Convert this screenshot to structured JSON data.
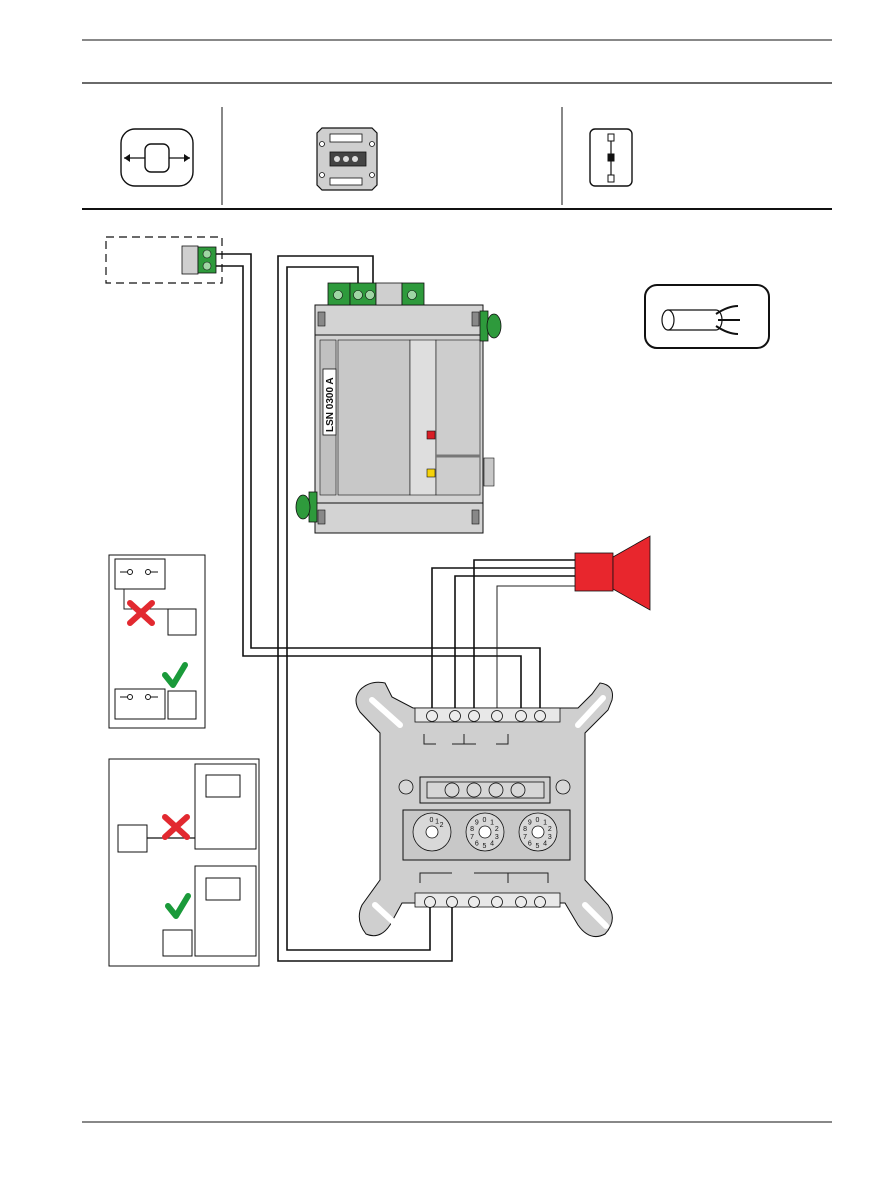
{
  "module": {
    "part_label": "LSN 0300 A"
  },
  "rotary_dial": {
    "digits": [
      "0",
      "1",
      "2",
      "3",
      "4",
      "5",
      "6",
      "7",
      "8",
      "9"
    ],
    "first_dial_digits": [
      "0",
      "1",
      "2"
    ]
  },
  "colors": {
    "frame": "#111111",
    "terminal_green": "#2e9a3c",
    "horn_red": "#e8262d",
    "housing_gray": "#d3d3d3",
    "housing_dark": "#b5b5b5",
    "ok_check": "#1a9a3a",
    "bad_cross": "#e22930",
    "led_red": "#d81e26",
    "led_yellow": "#f5d20a"
  },
  "icons": {
    "mounting": "mounting-arrows-icon",
    "base": "surface-base-icon",
    "cable": "cable-icon",
    "horn": "horn-icon",
    "ok": "check-icon",
    "not_ok": "cross-icon"
  }
}
